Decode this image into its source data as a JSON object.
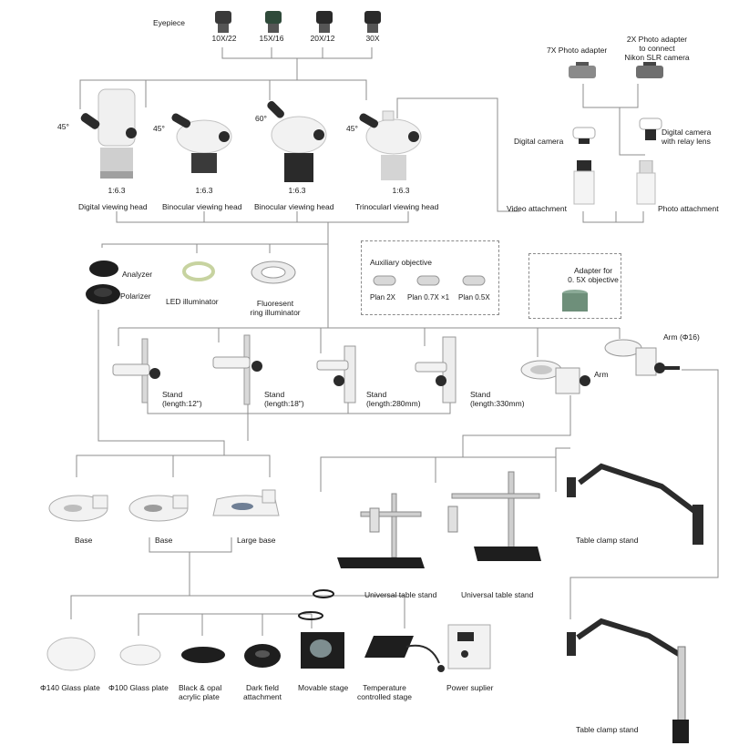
{
  "eyepiece": {
    "title": "Eyepiece",
    "items": [
      "10X/22",
      "15X/16",
      "20X/12",
      "30X"
    ]
  },
  "heads": {
    "angles": [
      "45°",
      "45°",
      "60°",
      "45°"
    ],
    "ratios": [
      "1:6.3",
      "1:6.3",
      "1:6.3",
      "1:6.3"
    ],
    "names": [
      "Digital viewing head",
      "Binocular viewing head",
      "Binocular viewing head",
      "Trinocularl viewing head"
    ]
  },
  "camera": {
    "adapter_7x": "7X Photo adapter",
    "adapter_2x": "2X Photo adapter\nto connect\nNikon SLR camera",
    "digital_camera": "Digital camera",
    "digital_camera_relay": "Digital camera\nwith relay lens",
    "video_attachment": "Video attachment",
    "photo_attachment": "Photo attachment"
  },
  "accessories": {
    "analyzer": "Analyzer",
    "polarizer": "Polarizer",
    "led": "LED illuminator",
    "fluorescent": "Fluoresent\nring illuminator"
  },
  "auxiliary": {
    "title": "Auxiliary objective",
    "items": [
      "Plan 2X",
      "Plan 0.7X ×1",
      "Plan 0.5X"
    ]
  },
  "adapter_05x": "Adapter for\n0. 5X objective",
  "stands": [
    "Stand\n(length:12\")",
    "Stand\n(length:18\")",
    "Stand\n(length:280mm)",
    "Stand\n(length:330mm)"
  ],
  "arm_label": "Arm",
  "arm16_label": "Arm (Φ16)",
  "bases": [
    "Base",
    "Base",
    "Large base"
  ],
  "table_stands": [
    "Universal table stand",
    "Universal table stand"
  ],
  "clamp_stands": [
    "Table clamp stand",
    "Table clamp stand"
  ],
  "plates": [
    "Φ140 Glass plate",
    "Φ100 Glass plate",
    "Black & opal\nacrylic plate",
    "Dark field\nattachment",
    "Movable stage",
    "Temperature\ncontrolled stage",
    "Power suplier"
  ],
  "colors": {
    "line": "#8c8c8c",
    "dark": "#1e1e1e",
    "white_body": "#f2f2f2",
    "green": "#6e8f7a"
  }
}
